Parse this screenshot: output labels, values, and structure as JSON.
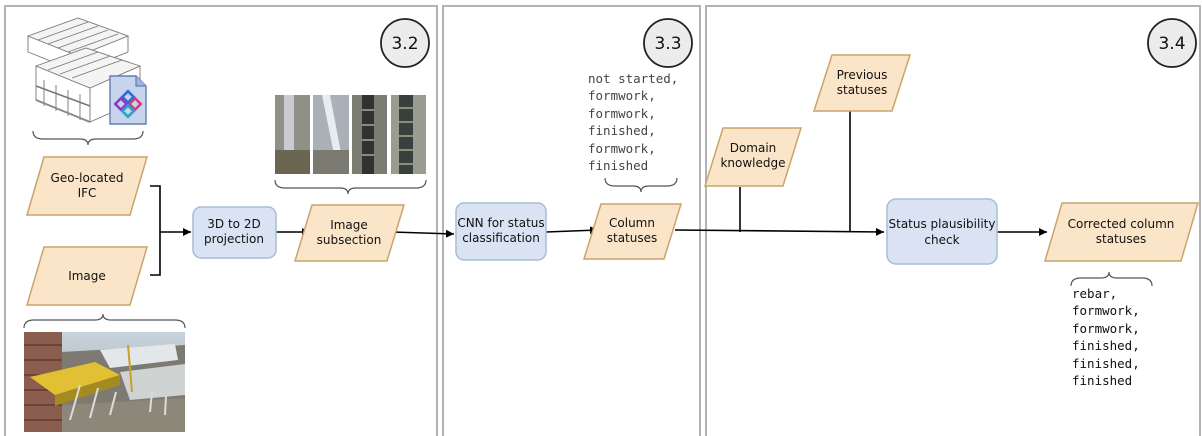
{
  "sections": [
    {
      "step": "3.2"
    },
    {
      "step": "3.3"
    },
    {
      "step": "3.4"
    }
  ],
  "nodes": {
    "geo_ifc": [
      "Geo-located",
      "IFC"
    ],
    "image": [
      "Image"
    ],
    "projection": [
      "3D to 2D",
      "projection"
    ],
    "image_subsection": [
      "Image",
      "subsection"
    ],
    "cnn": [
      "CNN for status",
      "classification"
    ],
    "column_statuses": [
      "Column",
      "statuses"
    ],
    "domain_knowledge": [
      "Domain",
      "knowledge"
    ],
    "previous_statuses": [
      "Previous",
      "statuses"
    ],
    "plausibility": [
      "Status plausibility",
      "check"
    ],
    "corrected": [
      "Corrected column",
      "statuses"
    ]
  },
  "cnn_output_list": [
    "not started,",
    "formwork,",
    "formwork,",
    "finished,",
    "formwork,",
    "finished"
  ],
  "corrected_list": [
    "rebar,",
    "formwork,",
    "formwork,",
    "finished,",
    "finished,",
    "finished"
  ],
  "colors": {
    "data_node_fill": "#fbe5c8",
    "data_node_stroke": "#c9a46c",
    "process_node_fill": "#dae3f3",
    "process_node_stroke": "#a9bcd6",
    "frame": "#b3b3b3",
    "arrow": "#000000"
  },
  "icons": [
    "ifc-building-model-icon",
    "ifc-file-icon",
    "column-crop-thumbnails",
    "construction-site-photo"
  ]
}
